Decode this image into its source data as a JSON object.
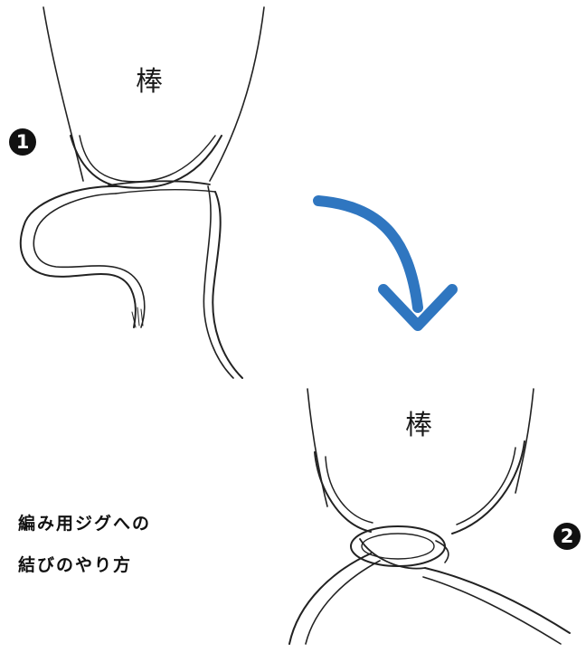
{
  "panel1": {
    "step": "1",
    "stick_label": "棒"
  },
  "panel2": {
    "step": "2",
    "stick_label": "棒"
  },
  "caption": {
    "line1": "編み用ジグへの",
    "line2": "結びのやり方"
  },
  "colors": {
    "arrow": "#2f76c0",
    "ink": "#1a1a1a"
  },
  "icons": {
    "arrow": "curved-down-arrow-icon"
  }
}
